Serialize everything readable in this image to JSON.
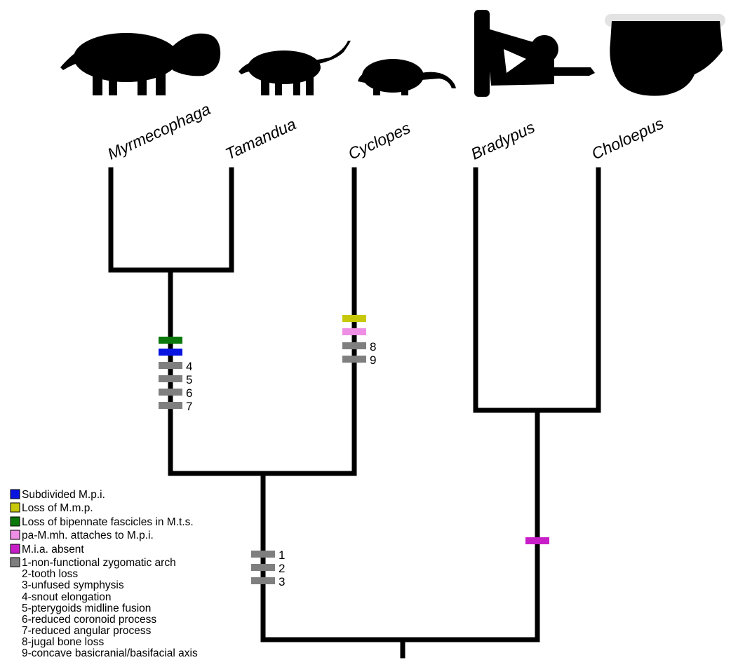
{
  "taxa": [
    {
      "name": "Myrmecophaga",
      "silhouette": "giant-anteater"
    },
    {
      "name": "Tamandua",
      "silhouette": "tamandua"
    },
    {
      "name": "Cyclopes",
      "silhouette": "silky-anteater"
    },
    {
      "name": "Bradypus",
      "silhouette": "three-toed-sloth"
    },
    {
      "name": "Choloepus",
      "silhouette": "two-toed-sloth"
    }
  ],
  "colors": {
    "blue": "#0a14e0",
    "yellow": "#c8c80a",
    "green": "#0a780a",
    "pink": "#ee8ee4",
    "magenta": "#c81ec8",
    "gray": "#7f7f7f",
    "branch": "#000000"
  },
  "markers": {
    "vermilingua_numbers": [
      "4",
      "5",
      "6",
      "7"
    ],
    "cyclopes_numbers": [
      "8",
      "9"
    ],
    "pilosa_root_numbers": [
      "1",
      "2",
      "3"
    ]
  },
  "legend": {
    "items": [
      {
        "color": "blue",
        "label": "Subdivided M.p.i."
      },
      {
        "color": "yellow",
        "label": "Loss of M.m.p."
      },
      {
        "color": "green",
        "label": "Loss of bipennate fascicles in M.t.s."
      },
      {
        "color": "pink",
        "label": "pa-M.mh. attaches to M.p.i."
      },
      {
        "color": "magenta",
        "label": "M.i.a. absent"
      },
      {
        "color": "gray",
        "label": "1-non-functional zygomatic arch"
      }
    ],
    "numbered": [
      "2-tooth loss",
      "3-unfused symphysis",
      "4-snout elongation",
      "5-pterygoids midline fusion",
      "6-reduced coronoid process",
      "7-reduced angular process",
      "8-jugal bone loss",
      "9-concave basicranial/basifacial axis"
    ]
  }
}
